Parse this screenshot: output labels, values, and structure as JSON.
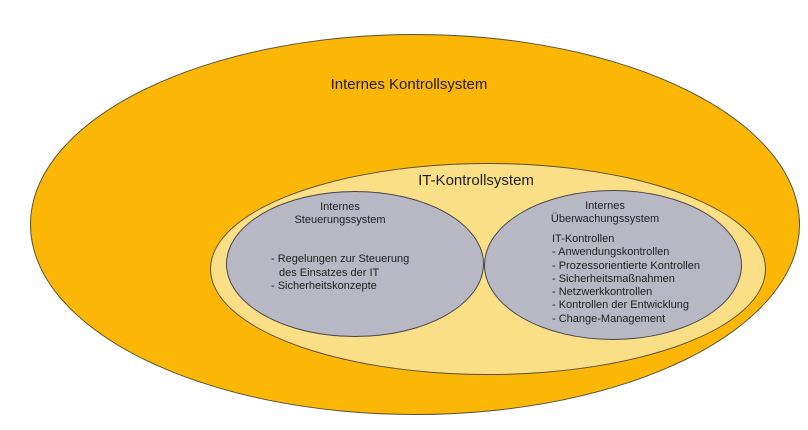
{
  "colors": {
    "outer_ellipse_fill": "#FCB606",
    "it_ellipse_fill": "#FBDF86",
    "gray_ellipse_fill": "#B8B8C4",
    "outline": "#57513a",
    "text": "#1f1f1f",
    "background": "#FFFFFF"
  },
  "diagram": {
    "outer": {
      "title": "Internes Kontrollsystem"
    },
    "it_system": {
      "title": "IT-Kontrollsystem"
    },
    "steuerung": {
      "title_line1": "Internes",
      "title_line2": "Steuerungssystem",
      "items": [
        "- Regelungen zur Steuerung",
        "des Einsatzes der IT",
        "- Sicherheitskonzepte"
      ]
    },
    "ueberwachung": {
      "title_line1": "Internes",
      "title_line2": "Überwachungssystem",
      "subtitle": "IT-Kontrollen",
      "items": [
        "- Anwendungskontrollen",
        "- Prozessorientierte Kontrollen",
        "- Sicherheitsmaßnahmen",
        "- Netzwerkkontrollen",
        "- Kontrollen der Entwicklung",
        "- Change-Management"
      ]
    }
  }
}
